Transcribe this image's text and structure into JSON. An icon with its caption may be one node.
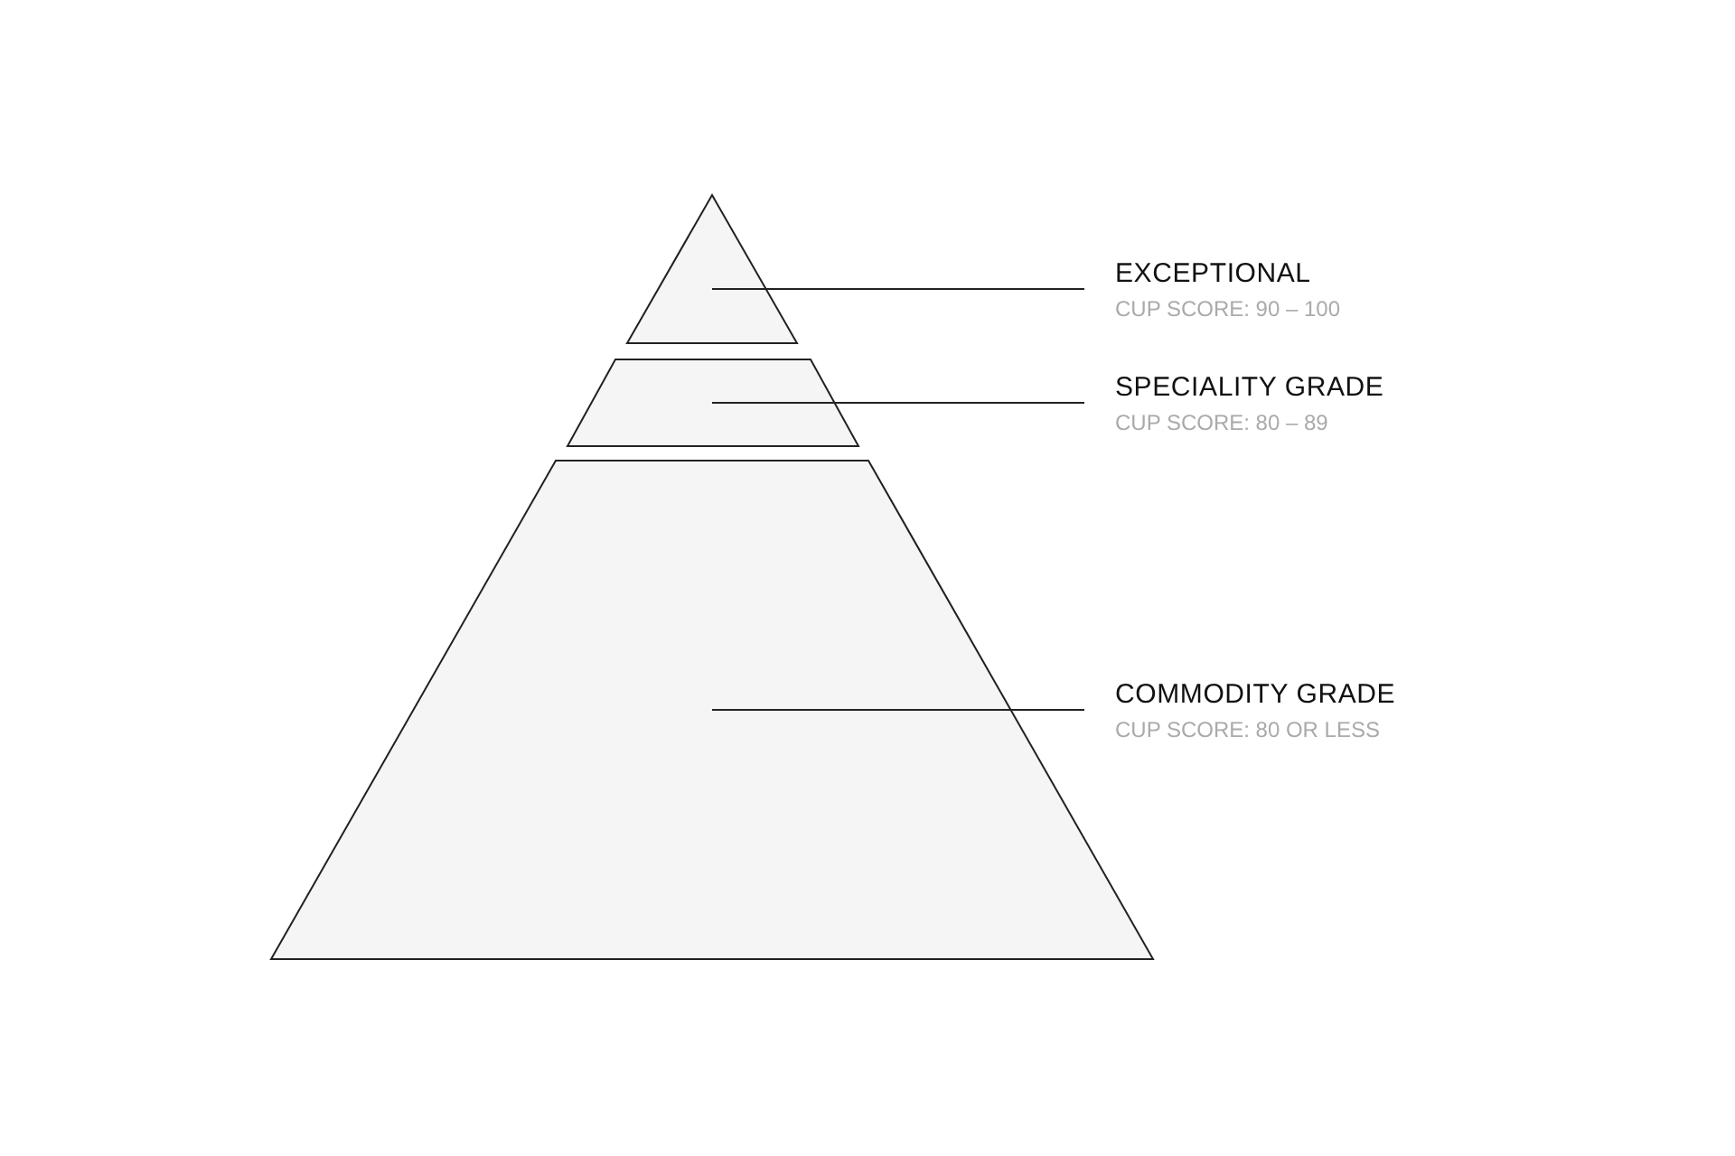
{
  "diagram": {
    "nodes": [
      {
        "text": [],
        "shape": "triangle"
      },
      {
        "text": [],
        "shape": "trapezoid"
      },
      {
        "text": [],
        "shape": "trapezoid"
      },
      {
        "text": [
          "EXCEPTIONAL",
          "CUP SCORE: 90 – 100"
        ]
      },
      {
        "text": [
          "SPECIALITY GRADE",
          "CUP SCORE: 80 – 89"
        ]
      },
      {
        "text": [
          "COMMODITY GRADE",
          "CUP SCORE: 80 OR LESS"
        ]
      }
    ],
    "edges": [
      {
        "from": 3,
        "to": 0,
        "arrow": "none"
      },
      {
        "from": 4,
        "to": 1,
        "arrow": "none"
      },
      {
        "from": 5,
        "to": 2,
        "arrow": "none"
      }
    ]
  }
}
